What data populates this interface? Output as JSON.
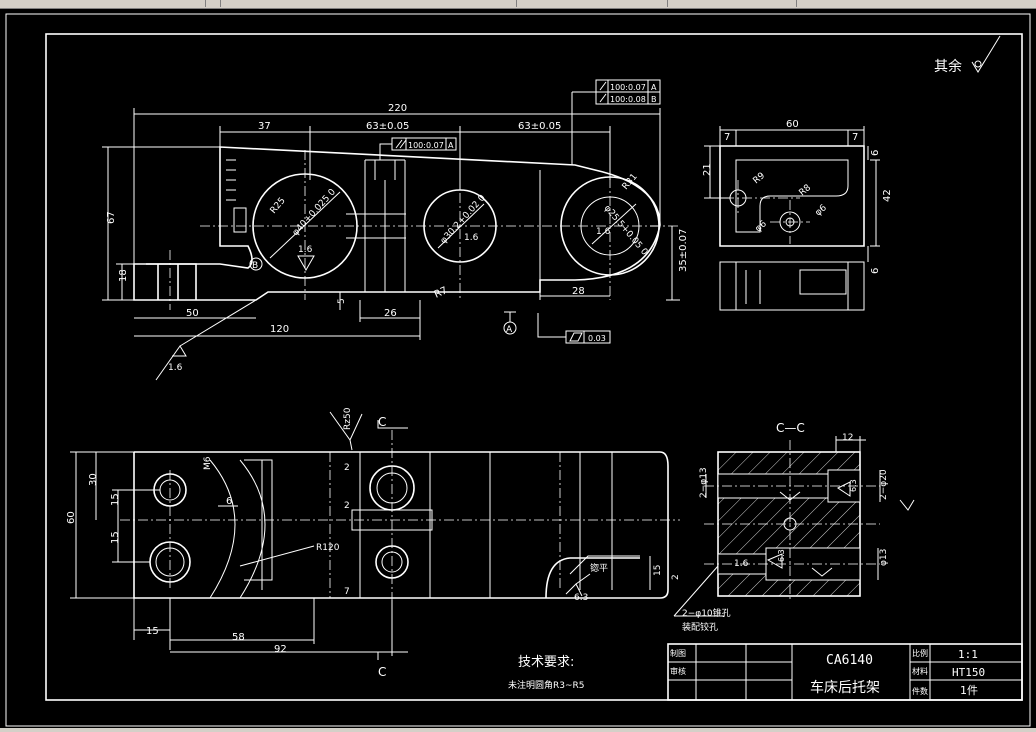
{
  "roughness_note": {
    "label": "其余"
  },
  "top_view": {
    "overall_length": "220",
    "dim_37": "37",
    "dim_63_1": "63±0.05",
    "dim_63_2": "63±0.05",
    "height_67": "67",
    "height_18": "18",
    "dim_50": "50",
    "dim_120": "120",
    "dim_26": "26",
    "dim_28": "28",
    "dim_5": "5",
    "dim_35": "35±0.07",
    "radius_r7": "R7",
    "hole_1": "φ40+0.025 0",
    "hole_2": "φ30.2+0.02 0",
    "hole_3": "φ25.5+0.05 0",
    "roughness_16a": "1.6",
    "roughness_16b": "1.6",
    "roughness_16c": "1.6",
    "roughness_16d": "1.6",
    "radius_r25": "R25",
    "radius_r31": "R31",
    "ref_b": "B",
    "ref_a": "A",
    "tol_parallel_a": "100:0.07",
    "tol_parallel_a_ref": "A",
    "tol_parallel_b": "100:0.08",
    "tol_parallel_b_ref": "B",
    "tol_mid": "100:0.07",
    "tol_mid_ref": "A",
    "tol_flat": "0.03"
  },
  "side_view": {
    "width_60": "60",
    "dim_7a": "7",
    "dim_7b": "7",
    "dim_21": "21",
    "dim_42": "42",
    "dim_6a": "6",
    "dim_6b": "6",
    "r9": "R9",
    "r8": "R8",
    "phi6a": "φ6",
    "phi6b": "φ6"
  },
  "front_view": {
    "section_c_top": "C",
    "section_c_bottom": "C",
    "rz50": "Rz50",
    "m6": "M6",
    "dim_30": "30",
    "dim_15a": "15",
    "dim_15b": "15",
    "dim_60": "60",
    "dim_6": "6",
    "r120": "R120",
    "dim_15c": "15",
    "dim_58": "58",
    "dim_92": "92",
    "dim_2a": "2",
    "dim_2b": "2",
    "dim_7": "7",
    "dim_15d": "15",
    "dim_2c": "2",
    "flat_note": "锪平",
    "rough_63": "6.3"
  },
  "section_view": {
    "title": "C—C",
    "dim_12": "12",
    "phi13a": "2−φ13",
    "phi20": "2−φ20",
    "phi13b": "φ13",
    "r63a": "6.3",
    "r63b": "6.3",
    "r16": "1.6",
    "hole_note_1": "2−φ10锥孔",
    "hole_note_2": "装配铰孔"
  },
  "tech_req": {
    "heading": "技术要求:",
    "line1": "未注明圆角R3~R5"
  },
  "title_block": {
    "model": "CA6140",
    "part_name": "车床后托架",
    "scale": "1:1",
    "material": "HT150",
    "quantity": "1件",
    "lbl_drawn": "制图",
    "lbl_check": "审核",
    "lbl_scale": "比例",
    "lbl_material": "材料",
    "lbl_qty": "件数"
  },
  "colors": {
    "background": "#000000",
    "lines": "#ffffff",
    "toolbar": "#d4d0c8"
  }
}
